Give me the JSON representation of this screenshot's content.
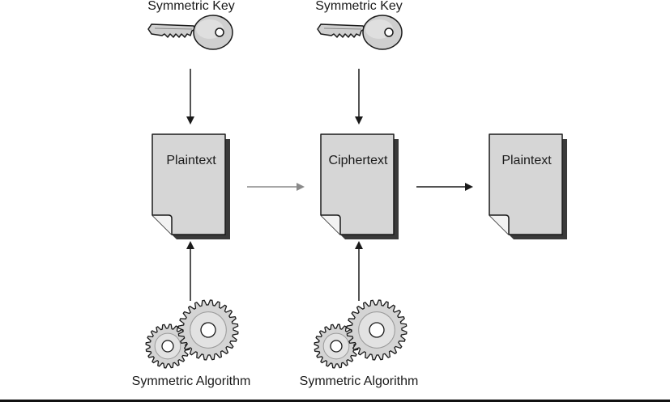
{
  "stage1": {
    "key_label": "Symmetric Key",
    "document_label": "Plaintext",
    "algorithm_label": "Symmetric Algorithm"
  },
  "stage2": {
    "key_label": "Symmetric Key",
    "document_label": "Ciphertext",
    "algorithm_label": "Symmetric Algorithm"
  },
  "stage3": {
    "document_label": "Plaintext"
  },
  "colors": {
    "document_fill": "#d6d6d6",
    "document_shadow": "#3a3a3a",
    "stroke": "#1a1a1a",
    "key_fill": "#cfcfcf",
    "gear_fill": "#d4d4d4",
    "arrow_gray": "#8a8a8a"
  }
}
